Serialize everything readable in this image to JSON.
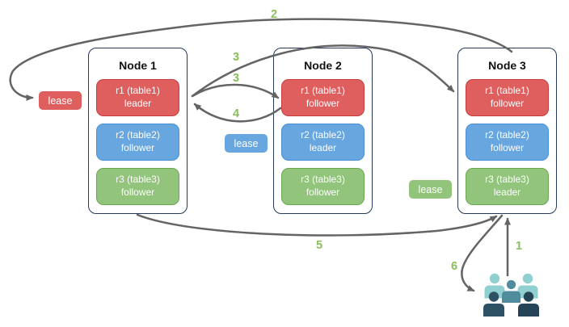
{
  "nodes": [
    {
      "name": "Node 1",
      "replicas": [
        {
          "label": "r1 (table1)",
          "role": "leader",
          "variant": "red"
        },
        {
          "label": "r2 (table2)",
          "role": "follower",
          "variant": "blue"
        },
        {
          "label": "r3 (table3)",
          "role": "follower",
          "variant": "green"
        }
      ]
    },
    {
      "name": "Node 2",
      "replicas": [
        {
          "label": "r1 (table1)",
          "role": "follower",
          "variant": "red"
        },
        {
          "label": "r2 (table2)",
          "role": "leader",
          "variant": "blue"
        },
        {
          "label": "r3 (table3)",
          "role": "follower",
          "variant": "green"
        }
      ]
    },
    {
      "name": "Node 3",
      "replicas": [
        {
          "label": "r1 (table1)",
          "role": "follower",
          "variant": "red"
        },
        {
          "label": "r2 (table2)",
          "role": "follower",
          "variant": "blue"
        },
        {
          "label": "r3 (table3)",
          "role": "leader",
          "variant": "green"
        }
      ]
    }
  ],
  "leases": {
    "table1": "lease",
    "table2": "lease",
    "table3": "lease"
  },
  "steps": {
    "s1": "1",
    "s2": "2",
    "s3a": "3",
    "s3b": "3",
    "s4": "4",
    "s5": "5",
    "s6": "6"
  },
  "theme": {
    "background": "#ffffff",
    "node_border": "#24395b",
    "node_title": "#111111",
    "red_fill": "#df5e5e",
    "red_border": "#c63d3d",
    "blue_fill": "#68a6e0",
    "blue_border": "#4a90d5",
    "green_fill": "#92c47c",
    "green_border": "#6aa850",
    "arrow": "#646464",
    "step_label": "#8abf5c",
    "text_on_color": "#ffffff",
    "users_light": "#90d0d0",
    "users_medium": "#4e8c9e",
    "users_dark": "#2e5165",
    "users_darkest": "#254457"
  }
}
